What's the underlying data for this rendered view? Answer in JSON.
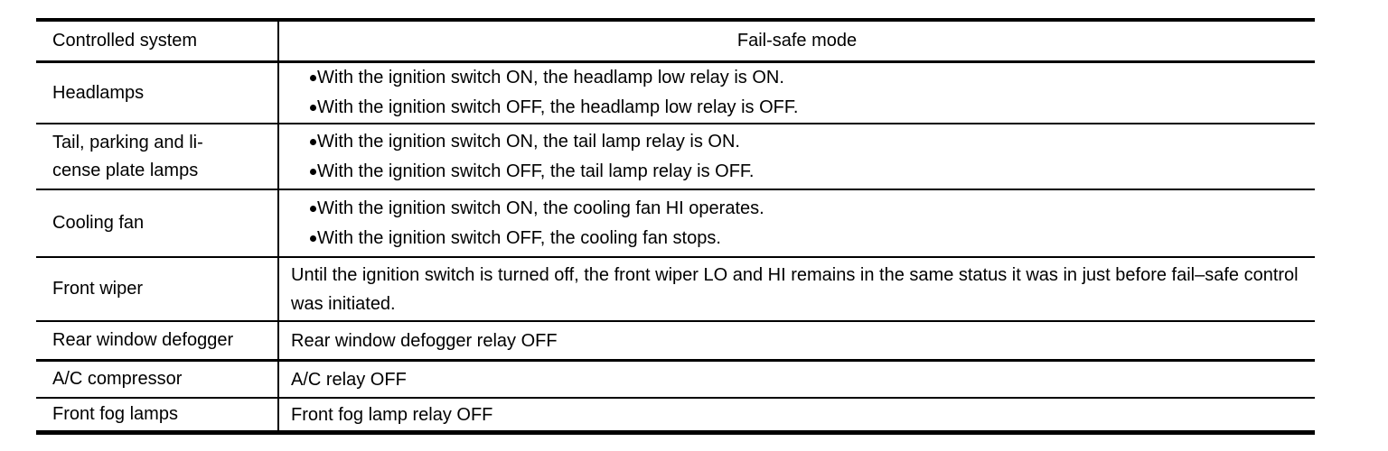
{
  "colors": {
    "text": "#000000",
    "border": "#000000",
    "background": "#ffffff"
  },
  "table": {
    "columns": {
      "system": "Controlled system",
      "mode": "Fail-safe mode"
    },
    "rows": [
      {
        "system": "Headlamps",
        "type": "bullets",
        "items": [
          "With the ignition switch ON, the headlamp low relay is ON.",
          "With the ignition switch OFF, the headlamp low relay is OFF."
        ]
      },
      {
        "system": "Tail, parking and li-\ncense plate lamps",
        "type": "bullets",
        "items": [
          "With the ignition switch ON, the tail lamp relay is ON.",
          "With the ignition switch OFF, the tail lamp relay is OFF."
        ]
      },
      {
        "system": "Cooling fan",
        "type": "bullets",
        "items": [
          "With the ignition switch ON, the cooling fan HI operates.",
          "With the ignition switch OFF, the cooling fan stops."
        ]
      },
      {
        "system": "Front wiper",
        "type": "text",
        "text": "Until the ignition switch is turned off, the front wiper LO and HI remains in the same status it was in just before fail–safe control was initiated."
      },
      {
        "system": "Rear window defogger",
        "type": "text",
        "text": "Rear window defogger relay OFF"
      },
      {
        "system": "A/C compressor",
        "type": "text",
        "text": "A/C relay OFF"
      },
      {
        "system": "Front fog lamps",
        "type": "text",
        "text": "Front fog lamp relay OFF"
      }
    ]
  }
}
